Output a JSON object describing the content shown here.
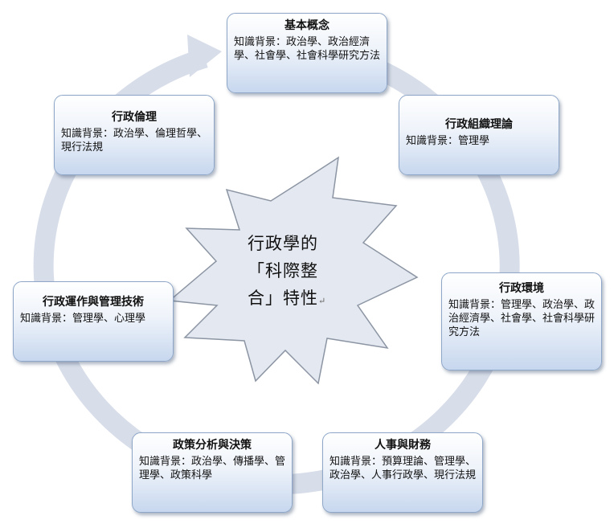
{
  "diagram": {
    "center": {
      "line1": "行政學的",
      "line2": "「科際整",
      "line3": "合」特性",
      "mark": "↵"
    },
    "nodes": {
      "basic": {
        "title": "基本概念",
        "body": "知識背景：政治學、政治經濟學、社會學、社會科學研究方法"
      },
      "org": {
        "title": "行政組織理論",
        "body": "知識背景：管理學"
      },
      "env": {
        "title": "行政環境",
        "body": "知識背景：管理學、政治學、政治經濟學、社會學、社會科學研究方法"
      },
      "hr": {
        "title": "人事與財務",
        "body": "知識背景：預算理論、管理學、政治學、人事行政學、現行法規"
      },
      "policy": {
        "title": "政策分析與決策",
        "body": "知識背景：政治學、傳播學、管理學、政策科學"
      },
      "ops": {
        "title": "行政運作與管理技術",
        "body": "知識背景：管理學、心理學"
      },
      "ethics": {
        "title": "行政倫理",
        "body": "知識背景：政治學、倫理哲學、現行法規"
      }
    },
    "colors": {
      "ring": "#d7dde9",
      "node_border": "#8ea7c8",
      "burst_fill": "#e4e8f0",
      "burst_stroke": "#8c95a3"
    }
  }
}
